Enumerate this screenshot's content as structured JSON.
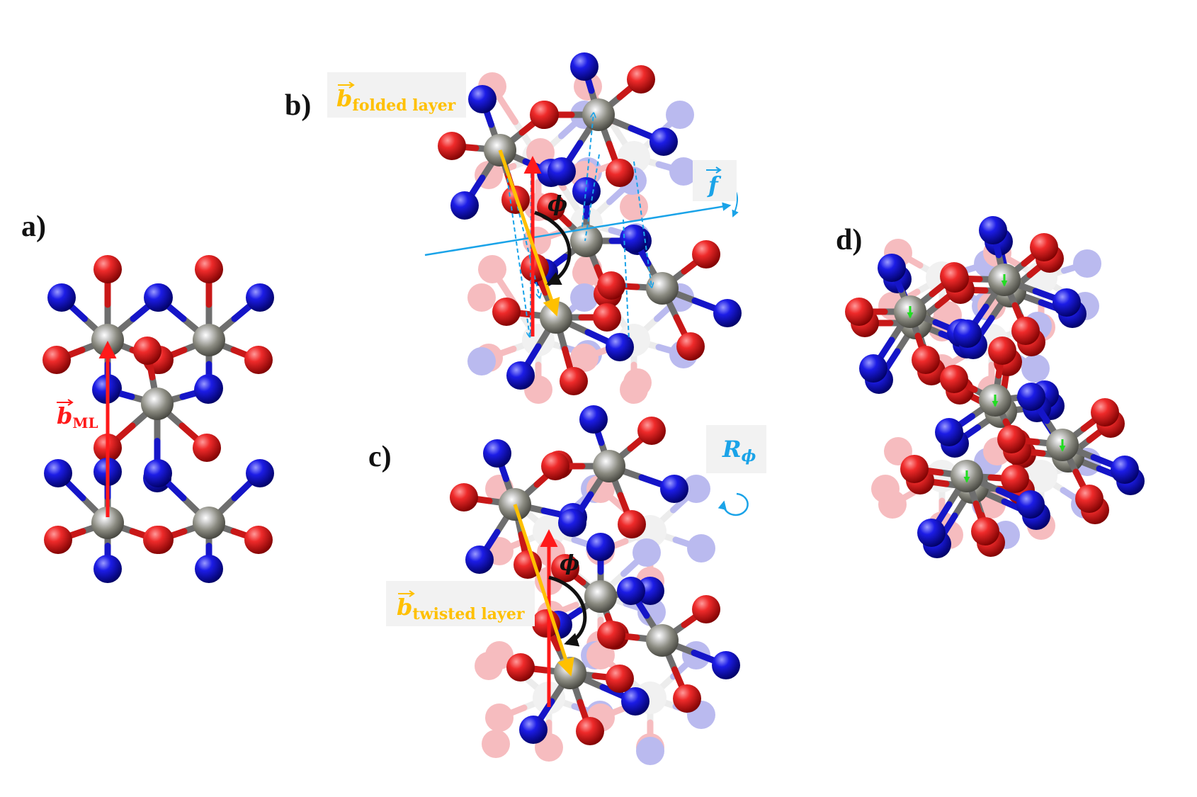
{
  "panels": {
    "a": {
      "letter": "a)",
      "vector_symbol": "b",
      "vector_sub": "ML",
      "vector_color": "#ff1a1a"
    },
    "b": {
      "letter": "b)",
      "vector_symbol": "b",
      "vector_sub": "folded layer",
      "vector_color": "#ffc000",
      "axis_symbol": "f",
      "axis_color": "#1aa3e8",
      "angle_symbol": "ϕ"
    },
    "c": {
      "letter": "c)",
      "vector_symbol": "b",
      "vector_sub": "twisted layer",
      "vector_color": "#ffc000",
      "rotation_symbol": "R",
      "rotation_sub": "ϕ",
      "rotation_color": "#1aa3e8",
      "angle_symbol": "ϕ"
    },
    "d": {
      "letter": "d)"
    }
  },
  "colors": {
    "atom_red": "#e0141c",
    "atom_blue": "#0b0bc8",
    "atom_gray": "#808080",
    "bond_gray": "#6e6e6e",
    "ml_vector": "#ff1a1a",
    "layer_vector": "#ffc000",
    "fold_axis": "#1aa3e8",
    "green_arrow": "#22dd22"
  }
}
